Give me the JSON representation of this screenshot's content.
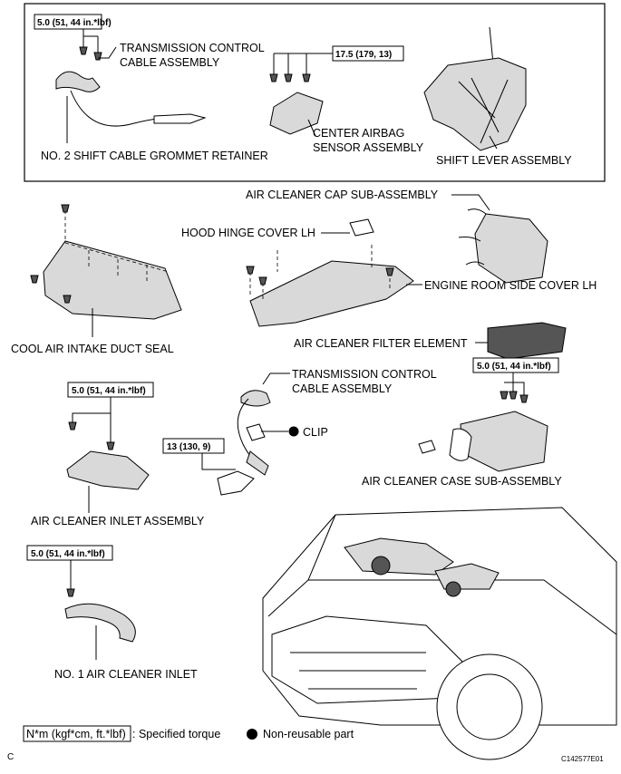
{
  "labels": {
    "transmission_cable_top": [
      "TRANSMISSION CONTROL",
      "CABLE ASSEMBLY"
    ],
    "grommet_retainer": "NO. 2 SHIFT CABLE GROMMET RETAINER",
    "center_airbag": [
      "CENTER AIRBAG",
      "SENSOR ASSEMBLY"
    ],
    "shift_lever": "SHIFT LEVER ASSEMBLY",
    "air_cleaner_cap": "AIR CLEANER CAP SUB-ASSEMBLY",
    "hood_hinge_cover": "HOOD HINGE COVER LH",
    "engine_room_cover": "ENGINE ROOM SIDE COVER LH",
    "cool_air_seal": "COOL AIR INTAKE DUCT SEAL",
    "filter_element": "AIR CLEANER FILTER ELEMENT",
    "transmission_cable_mid": [
      "TRANSMISSION CONTROL",
      "CABLE ASSEMBLY"
    ],
    "clip": "CLIP",
    "air_cleaner_case": "AIR CLEANER CASE SUB-ASSEMBLY",
    "air_cleaner_inlet_assy": "AIR CLEANER INLET ASSEMBLY",
    "no1_inlet": "NO. 1 AIR CLEANER INLET"
  },
  "torques": {
    "t_cable": "5.0 (51, 44 in.*lbf)",
    "t_airbag": "17.5 (179, 13)",
    "t_case": "5.0 (51, 44 in.*lbf)",
    "t_inlet_assy": "5.0 (51, 44 in.*lbf)",
    "t_bracket": "13 (130, 9)",
    "t_no1": "5.0 (51, 44 in.*lbf)"
  },
  "legend": {
    "torque_key": "N*m (kgf*cm, ft.*lbf)",
    "torque_desc": ": Specified torque",
    "nonreusable": "Non-reusable part"
  },
  "footer": {
    "corner_letter": "C",
    "figure_id": "C142577E01"
  }
}
